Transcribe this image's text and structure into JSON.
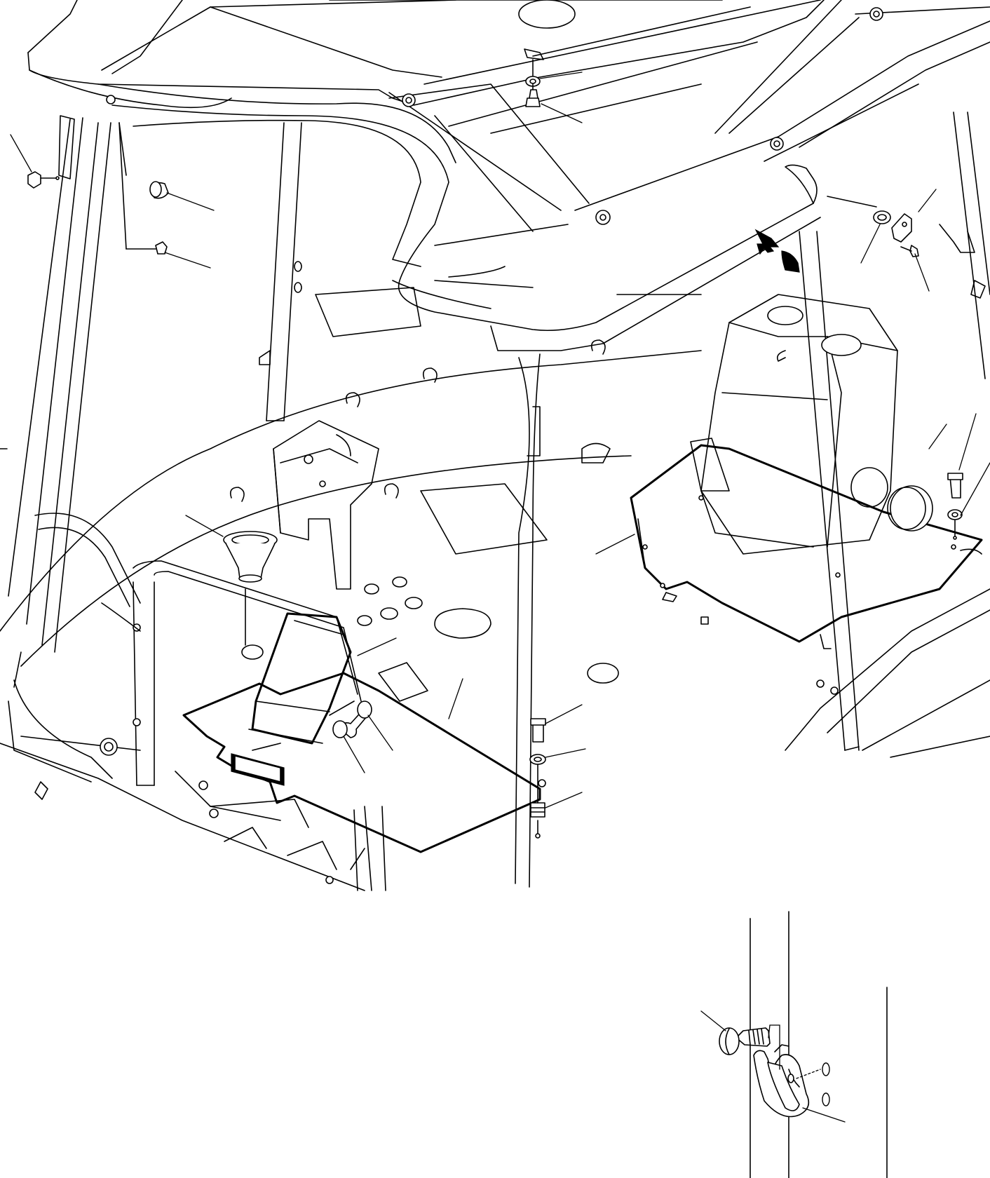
{
  "figure": {
    "type": "exploded-parts-diagram",
    "callout_numbers_printed": false,
    "views": [
      "main-cab-view",
      "detail-hook-view"
    ]
  },
  "colors": {
    "line": "#000000",
    "background": "#ffffff"
  }
}
